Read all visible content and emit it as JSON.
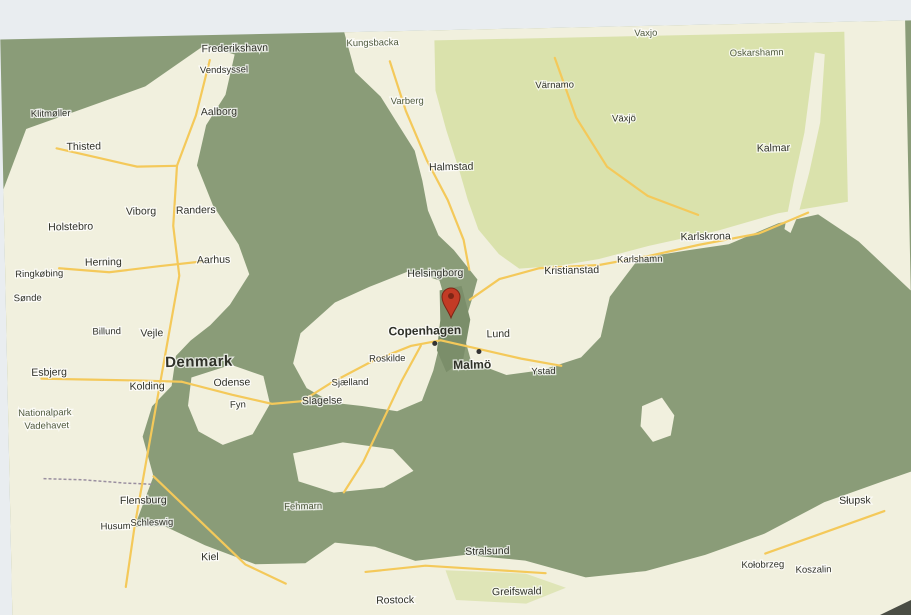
{
  "map": {
    "colors": {
      "water": "#8a9c78",
      "land": "#f1f0de",
      "forest": "#d7e0a6",
      "road": "#f4c95a",
      "border": "#9a8fa0",
      "marker": "#c23b25"
    },
    "marker_icon": "map-pin-icon",
    "labels": [
      {
        "id": "frederikshavn",
        "text": "Frederikshavn",
        "size": "town"
      },
      {
        "id": "vendsyssel",
        "text": "Vendsyssel",
        "size": "small"
      },
      {
        "id": "kungsbacka",
        "text": "Kungsbacka",
        "size": "faint"
      },
      {
        "id": "vaxjo-road",
        "text": "Vaxjo",
        "size": "faint"
      },
      {
        "id": "oskarshamn",
        "text": "Oskarshamn",
        "size": "faint"
      },
      {
        "id": "kitmoller",
        "text": "Klitmøller",
        "size": "small"
      },
      {
        "id": "aalborg",
        "text": "Aalborg",
        "size": "town"
      },
      {
        "id": "thisted",
        "text": "Thisted",
        "size": "town"
      },
      {
        "id": "varberg",
        "text": "Varberg",
        "size": "faint"
      },
      {
        "id": "varnamo",
        "text": "Värnamo",
        "size": "small"
      },
      {
        "id": "vaxjo",
        "text": "Växjö",
        "size": "small"
      },
      {
        "id": "kalmar",
        "text": "Kalmar",
        "size": "town"
      },
      {
        "id": "halmstad",
        "text": "Halmstad",
        "size": "town"
      },
      {
        "id": "viborg",
        "text": "Viborg",
        "size": "town"
      },
      {
        "id": "randers",
        "text": "Randers",
        "size": "town"
      },
      {
        "id": "holstebro",
        "text": "Holstebro",
        "size": "town"
      },
      {
        "id": "karlskrona",
        "text": "Karlskrona",
        "size": "town"
      },
      {
        "id": "herning",
        "text": "Herning",
        "size": "town"
      },
      {
        "id": "aarhus",
        "text": "Aarhus",
        "size": "town"
      },
      {
        "id": "ringkobing",
        "text": "Ringkøbing",
        "size": "small"
      },
      {
        "id": "helsingborg",
        "text": "Helsingborg",
        "size": "town"
      },
      {
        "id": "kristianstad",
        "text": "Kristianstad",
        "size": "town"
      },
      {
        "id": "karlshamn",
        "text": "Karlshamn",
        "size": "small"
      },
      {
        "id": "sonde",
        "text": "Sønde",
        "size": "small"
      },
      {
        "id": "vejle",
        "text": "Vejle",
        "size": "town"
      },
      {
        "id": "billund",
        "text": "Billund",
        "size": "small"
      },
      {
        "id": "copenhagen",
        "text": "Copenhagen",
        "size": "city"
      },
      {
        "id": "lund",
        "text": "Lund",
        "size": "town"
      },
      {
        "id": "roskilde",
        "text": "Roskilde",
        "size": "small"
      },
      {
        "id": "malmo",
        "text": "Malmö",
        "size": "city"
      },
      {
        "id": "esbjerg",
        "text": "Esbjerg",
        "size": "town"
      },
      {
        "id": "denmark",
        "text": "Denmark",
        "size": "country"
      },
      {
        "id": "odense",
        "text": "Odense",
        "size": "town"
      },
      {
        "id": "kolding",
        "text": "Kolding",
        "size": "town"
      },
      {
        "id": "sjaelland",
        "text": "Sjælland",
        "size": "small"
      },
      {
        "id": "ystad",
        "text": "Ystad",
        "size": "small"
      },
      {
        "id": "fyn",
        "text": "Fyn",
        "size": "small"
      },
      {
        "id": "slagelse",
        "text": "Slagelse",
        "size": "town"
      },
      {
        "id": "nationalpark",
        "text": "Nationalpark",
        "size": "faint"
      },
      {
        "id": "vadehavet",
        "text": "Vadehavet",
        "size": "faint"
      },
      {
        "id": "flensburg",
        "text": "Flensburg",
        "size": "town"
      },
      {
        "id": "husum",
        "text": "Husum",
        "size": "small"
      },
      {
        "id": "schleswig",
        "text": "Schleswig",
        "size": "small"
      },
      {
        "id": "fehmarn",
        "text": "Fehmarn",
        "size": "faint"
      },
      {
        "id": "slupsk",
        "text": "Słupsk",
        "size": "town"
      },
      {
        "id": "kiel",
        "text": "Kiel",
        "size": "town"
      },
      {
        "id": "stralsund",
        "text": "Stralsund",
        "size": "town"
      },
      {
        "id": "kolobrzeg",
        "text": "Kołobrzeg",
        "size": "small"
      },
      {
        "id": "koszalin",
        "text": "Koszalin",
        "size": "small"
      },
      {
        "id": "rostock",
        "text": "Rostock",
        "size": "town"
      },
      {
        "id": "greifswald",
        "text": "Greifswald",
        "size": "town"
      }
    ]
  }
}
